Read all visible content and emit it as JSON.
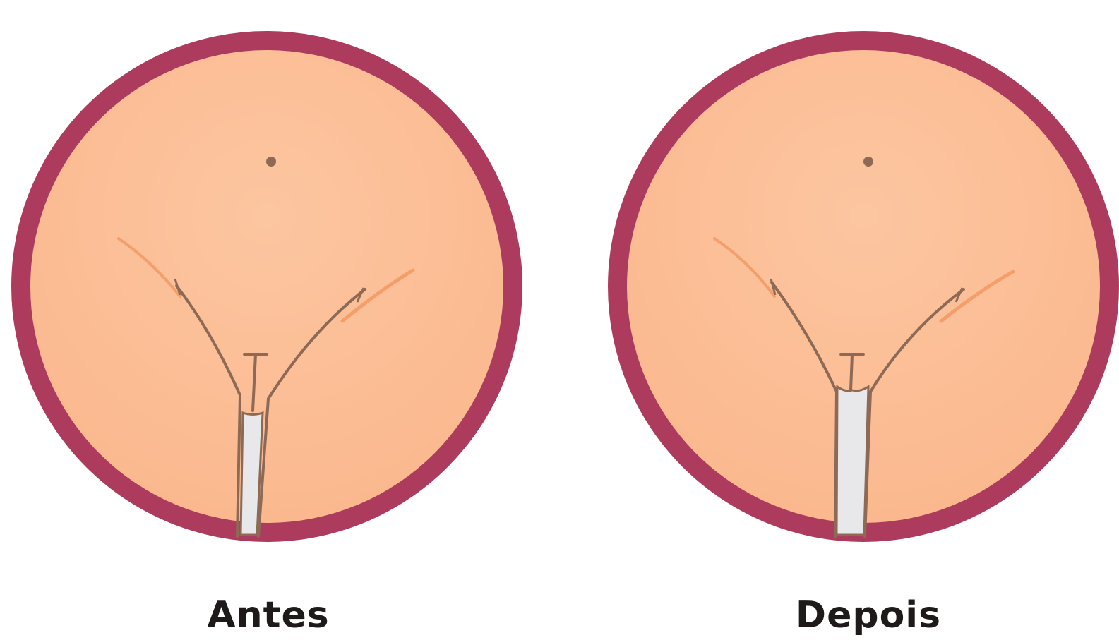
{
  "panels": [
    {
      "caption": "Antes",
      "state": "before",
      "skin_color": "#fbbd95",
      "ring_color": "#ad3b5e",
      "vaginal_canal_color": "#e8e8eb",
      "canal_width": "narrow"
    },
    {
      "caption": "Depois",
      "state": "after",
      "skin_color": "#fbbd95",
      "ring_color": "#ad3b5e",
      "vaginal_canal_color": "#e8e8eb",
      "canal_width": "wide"
    }
  ]
}
